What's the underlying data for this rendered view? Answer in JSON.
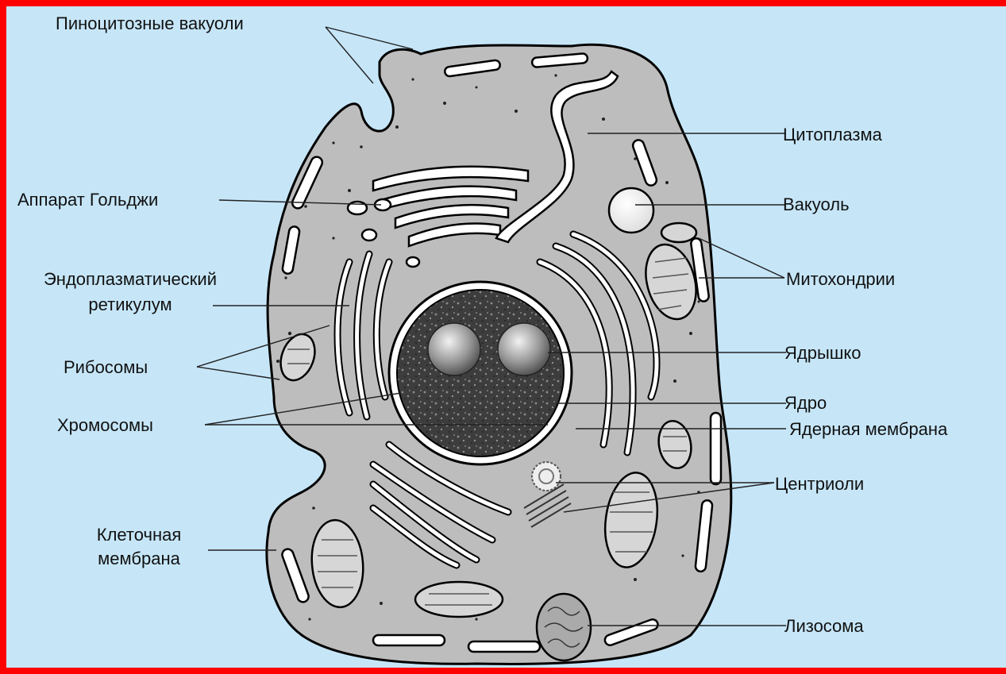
{
  "colors": {
    "background": "#c6e6f8",
    "frame": "#ff0000",
    "cytoplasm": "#bdbdbd",
    "nucleus": "#3a3a3a",
    "outline": "#000000"
  },
  "labels": {
    "pinocytic_vacuoles": "Пиноцитозные вакуоли",
    "golgi": "Аппарат Гольджи",
    "er_line1": "Эндоплазматический",
    "er_line2": "ретикулум",
    "ribosomes": "Рибосомы",
    "chromosomes": "Хромосомы",
    "cell_membrane_line1": "Клеточная",
    "cell_membrane_line2": "мембрана",
    "cytoplasm": "Цитоплазма",
    "vacuole": "Вакуоль",
    "mitochondria": "Митохондрии",
    "nucleolus": "Ядрышко",
    "nucleus": "Ядро",
    "nuclear_membrane": "Ядерная мембрана",
    "centrioles": "Центриоли",
    "lysosome": "Лизосома"
  }
}
